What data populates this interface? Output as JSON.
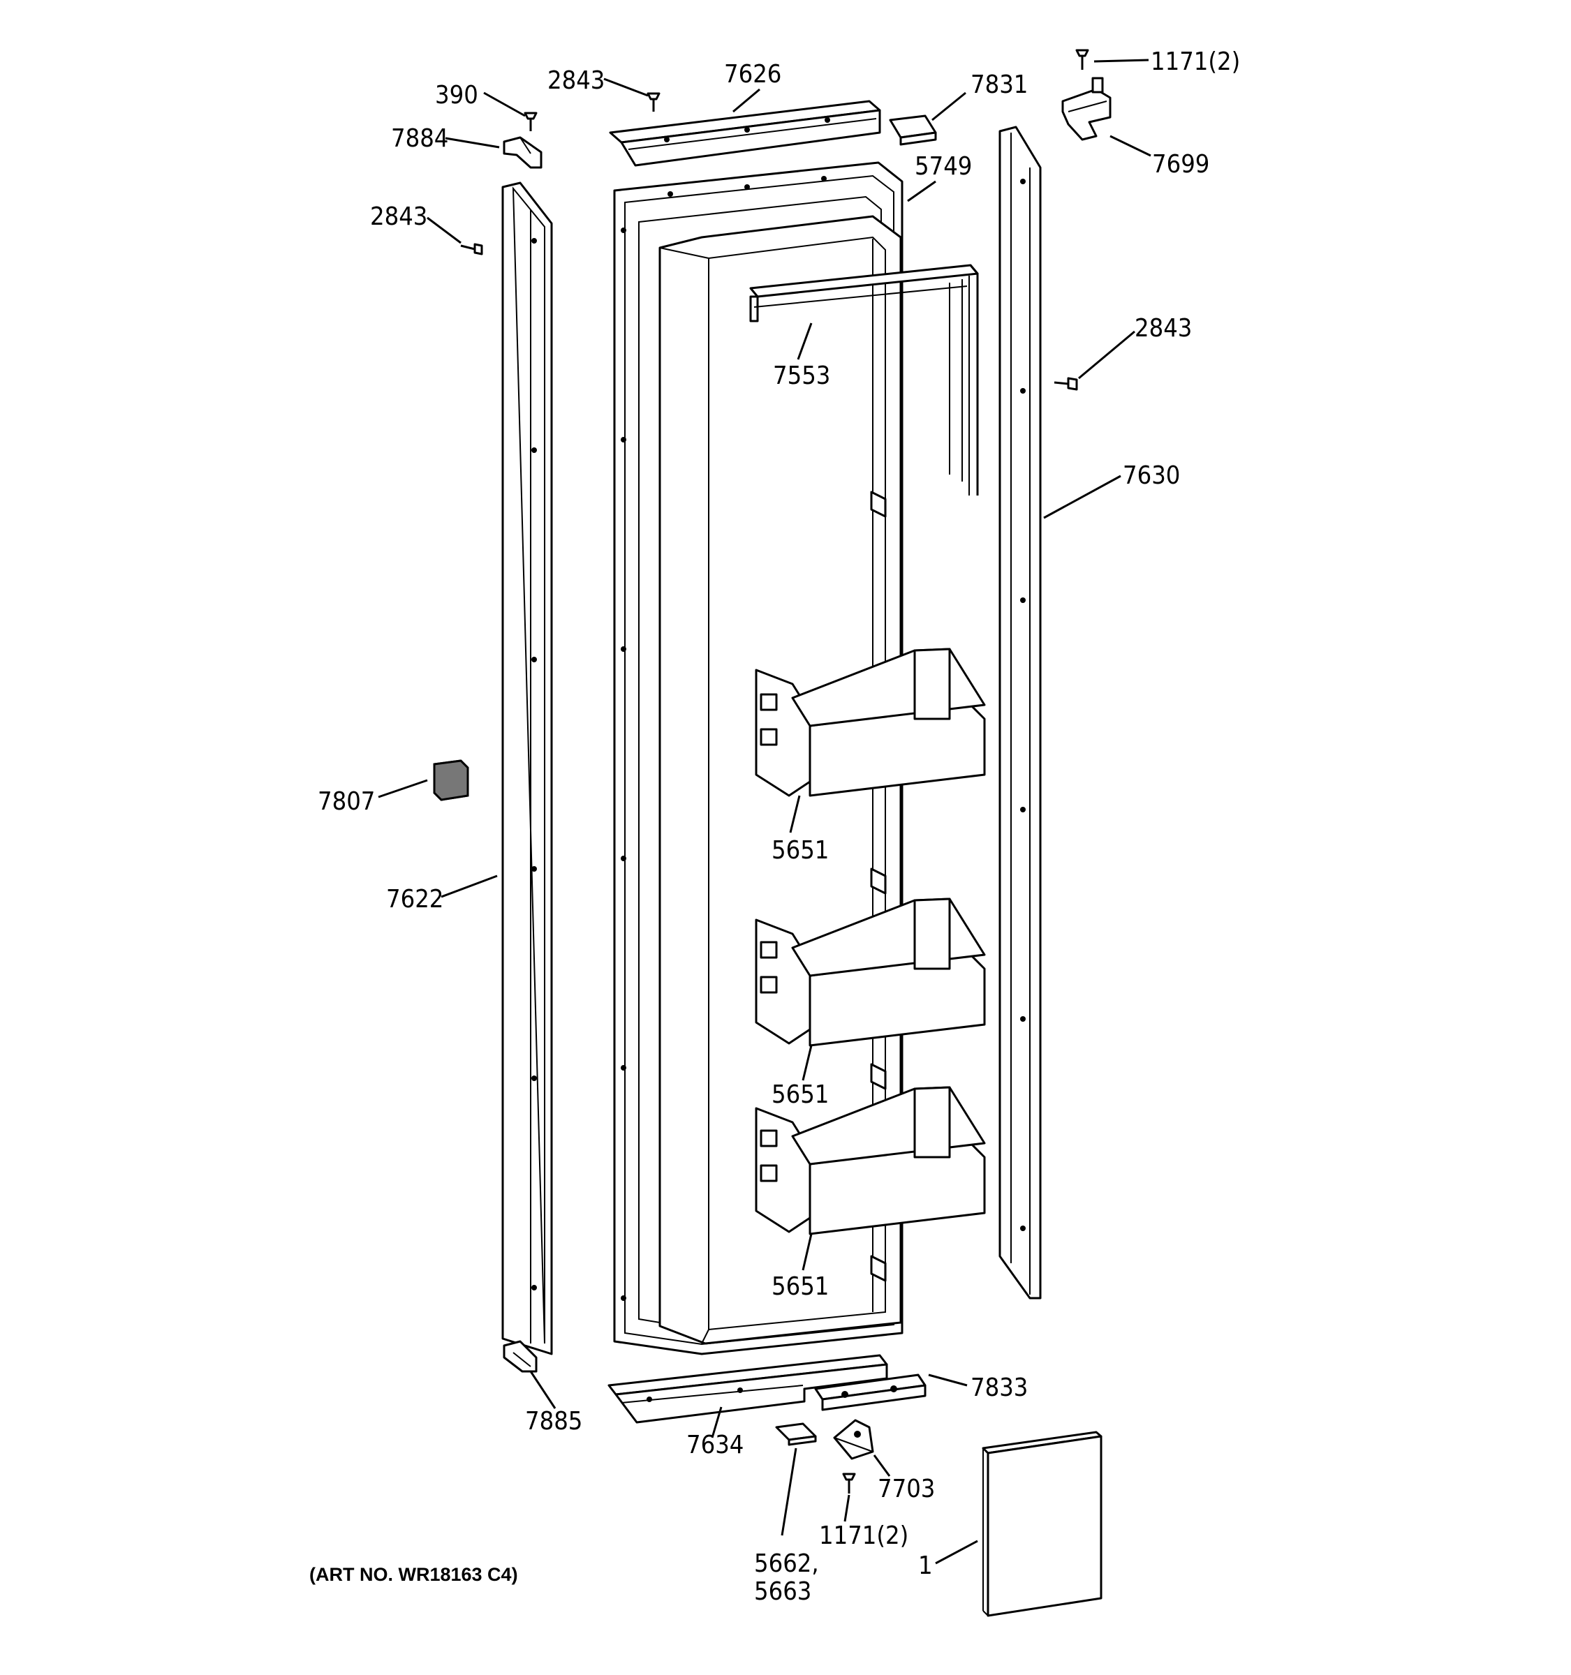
{
  "labels": {
    "l390": "390",
    "l2843_top": "2843",
    "l7626": "7626",
    "l7831": "7831",
    "l1171_top": "1171(2)",
    "l7699": "7699",
    "l7884": "7884",
    "l5749": "5749",
    "l2843_left": "2843",
    "l2843_right": "2843",
    "l7553": "7553",
    "l7630": "7630",
    "l7807": "7807",
    "l5651_a": "5651",
    "l7622": "7622",
    "l5651_b": "5651",
    "l5651_c": "5651",
    "l7833": "7833",
    "l7885": "7885",
    "l7634": "7634",
    "l7703": "7703",
    "l1171_bottom": "1171(2)",
    "l5662": "5662,",
    "l5663": "5663",
    "l1": "1"
  },
  "art_number": "(ART NO. WR18163 C4)"
}
